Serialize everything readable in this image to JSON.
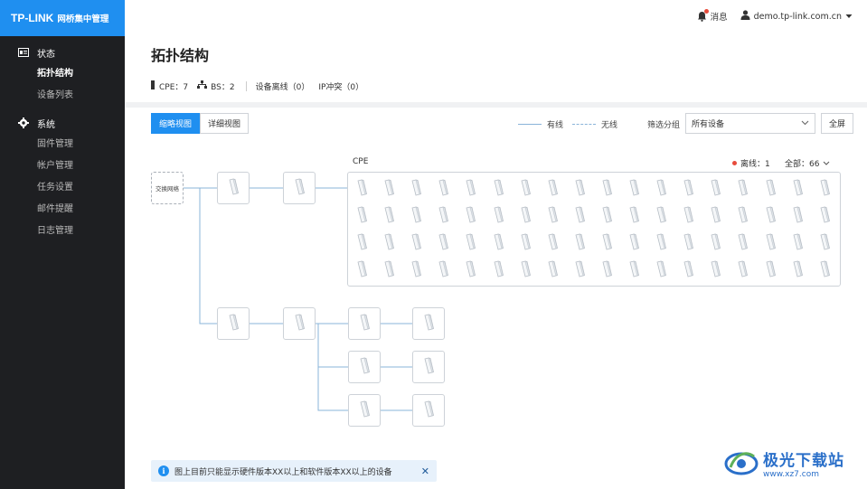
{
  "brand": {
    "logo": "TP-LINK",
    "name": "网桥集中管理"
  },
  "sidebar": {
    "status_group": "状态",
    "status_items": [
      "拓扑结构",
      "设备列表"
    ],
    "system_group": "系统",
    "system_items": [
      "固件管理",
      "帐户管理",
      "任务设置",
      "邮件提醒",
      "日志管理"
    ]
  },
  "topbar": {
    "messages": "消息",
    "user": "demo.tp-link.com.cn"
  },
  "page": {
    "title": "拓扑结构"
  },
  "stats": {
    "cpe": "CPE：7",
    "bs": "BS：2",
    "offline": "设备离线（0）",
    "ip_conflict": "IP冲突（0）"
  },
  "views": {
    "brief": "缩略视图",
    "detail": "详细视图"
  },
  "legend": {
    "wired": "有线",
    "wireless": "无线"
  },
  "filter": {
    "label": "筛选分组",
    "value": "所有设备"
  },
  "fullscreen": "全屏",
  "topology": {
    "switch_label": "交换网络",
    "cpe_label": "CPE",
    "offline": "离线：1",
    "total": "全部：66"
  },
  "info": {
    "text": "图上目前只能显示硬件版本XX以上和软件版本XX以上的设备"
  },
  "watermark": {
    "main": "极光下载站",
    "sub": "www.xz7.com"
  },
  "colors": {
    "accent": "#1f8ff0",
    "sidebar": "#1e1f22",
    "line": "#8ab4d9",
    "offline": "#e74c3c"
  }
}
